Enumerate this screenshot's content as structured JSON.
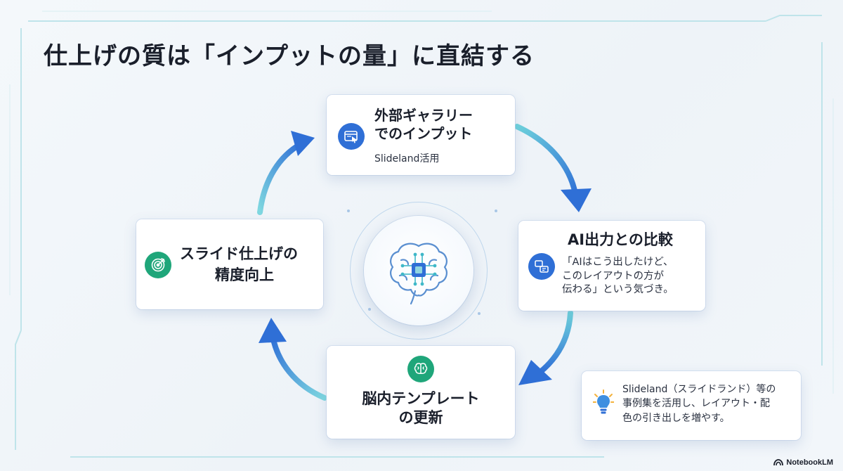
{
  "title": "仕上げの質は「インプットの量」に直結する",
  "cards": {
    "gallery": {
      "title_line1": "外部ギャラリー",
      "title_line2": "でのインプット",
      "desc": "Slideland活用",
      "icon": "browser-cursor-icon"
    },
    "compare": {
      "title": "AI出力との比較",
      "desc_line1": "「AIはこう出したけど、",
      "desc_line2": "このレイアウトの方が",
      "desc_line3": "伝わる」という気づき。",
      "icon": "compare-windows-icon"
    },
    "template": {
      "title_line1": "脳内テンプレート",
      "title_line2": "の更新",
      "icon": "brain-refresh-icon"
    },
    "precision": {
      "title_line1": "スライド仕上げの",
      "title_line2": "精度向上",
      "icon": "target-icon"
    }
  },
  "center": {
    "icon": "brain-chip-icon"
  },
  "tip": {
    "line1": "Slideland（スライドランド）等の",
    "line2": "事例集を活用し、レイアウト・配",
    "line3": "色の引き出しを増やす。",
    "icon": "lightbulb-icon"
  },
  "brand": {
    "label": "NotebookLM",
    "icon": "notebooklm-logo-icon"
  },
  "colors": {
    "accent_blue": "#2f6fd6",
    "accent_teal": "#3fc2cf",
    "accent_green": "#1fa67a",
    "title_text": "#1a1f2b"
  }
}
